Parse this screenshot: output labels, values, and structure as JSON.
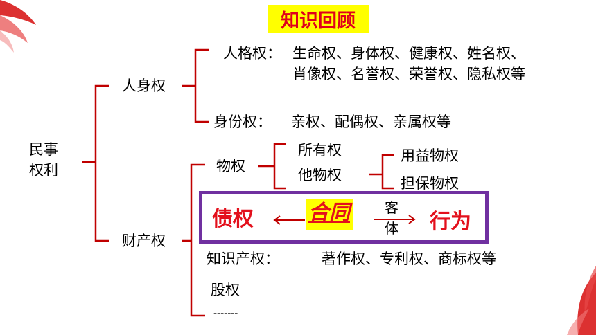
{
  "title": "知识回顾",
  "root": "民事\n权利",
  "root_line1": "民事",
  "root_line2": "权利",
  "personal": {
    "label": "人身权",
    "personality": {
      "label": "人格权：",
      "line1": "生命权、身体权、健康权、姓名权、",
      "line2": "肖像权、名誉权、荣誉权、隐私权等"
    },
    "identity": {
      "label": "身份权：",
      "items": "亲权、配偶权、亲属权等"
    }
  },
  "property": {
    "label": "财产权",
    "real": {
      "label": "物权",
      "ownership": "所有权",
      "other": "他物权",
      "usufruct": "用益物权",
      "security": "担保物权"
    },
    "obligation": {
      "label": "债权",
      "contract": "合同",
      "object_top": "客",
      "object_bottom": "体",
      "act": "行为"
    },
    "ip": {
      "label": "知识产权：",
      "items": "著作权、专利权、商标权等"
    },
    "equity": "股权",
    "etc": "-------"
  },
  "colors": {
    "bracket": "#c00000",
    "accent": "#e3101c",
    "highlight": "#ffff00",
    "box": "#7030a0"
  }
}
